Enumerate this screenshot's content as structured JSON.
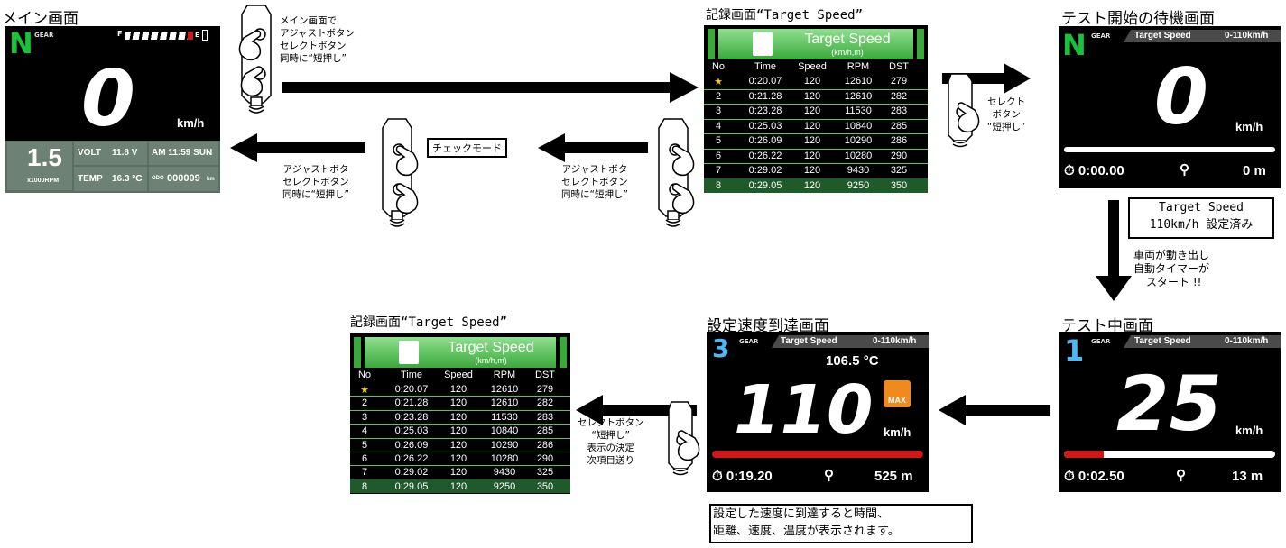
{
  "titles": {
    "main": "メイン画面",
    "record_top": "記録画面“Target Speed”",
    "standby": "テスト開始の待機画面",
    "record_bottom": "記録画面“Target Speed”",
    "reached": "設定速度到達画面",
    "testing": "テスト中画面"
  },
  "captions": {
    "to_record": [
      "メイン画面で",
      "アジャストボタン",
      "セレクトボタン",
      "同時に“短押し”"
    ],
    "record_to_check": [
      "アジャストボタ",
      "セレクトボタン",
      "同時に“短押し”"
    ],
    "check_to_main": [
      "アジャストボタ",
      "セレクトボタン",
      "同時に“短押し”"
    ],
    "check_mode": "チェックモード",
    "select_short": [
      "セレクト",
      "ボタン",
      "“短押し”"
    ],
    "target_set": [
      "Target Speed",
      "110km/h 設定済み"
    ],
    "start": [
      "車両が動き出し",
      "自動タイマーが",
      "スタート !!"
    ],
    "decide": [
      "セレクトボタン",
      "“短押し”",
      "表示の決定",
      "次項目送り"
    ],
    "note": [
      "設定した速度に到達すると時間、",
      "距離、速度、温度が表示されます。"
    ]
  },
  "main_screen": {
    "gear": "N",
    "gear_label": "GEAR",
    "fuel_f": "F",
    "fuel_e": "E",
    "speed": "0",
    "unit": "km/h",
    "rpm": "1.5",
    "rpm_unit": "x1000RPM",
    "volt_label": "VOLT",
    "volt": "11.8 V",
    "clock": "AM 11:59 SUN",
    "temp_label": "TEMP",
    "temp": "16.3 °C",
    "odo_label": "ODO",
    "odo": "000009",
    "odo_unit": "km"
  },
  "record": {
    "title": "Target Speed",
    "subtitle": "(km/h,m)",
    "columns": [
      "No",
      "Time",
      "Speed",
      "RPM",
      "DST"
    ],
    "rows": [
      [
        "★",
        "0:20.07",
        "120",
        "12610",
        "279"
      ],
      [
        "2",
        "0:21.28",
        "120",
        "12610",
        "282"
      ],
      [
        "3",
        "0:23.28",
        "120",
        "11530",
        "283"
      ],
      [
        "4",
        "0:25.03",
        "120",
        "10840",
        "285"
      ],
      [
        "5",
        "0:26.09",
        "120",
        "10290",
        "286"
      ],
      [
        "6",
        "0:26.22",
        "120",
        "10280",
        "290"
      ],
      [
        "7",
        "0:29.02",
        "120",
        "9430",
        "325"
      ],
      [
        "8",
        "0:29.05",
        "120",
        "9250",
        "350"
      ]
    ]
  },
  "standby": {
    "gear": "N",
    "gear_label": "GEAR",
    "mode": "Target Speed",
    "range": "0-110km/h",
    "speed": "0",
    "unit": "km/h",
    "time": "0:00.00",
    "dist": "0 m"
  },
  "testing": {
    "gear": "1",
    "gear_label": "GEAR",
    "mode": "Target Speed",
    "range": "0-110km/h",
    "speed": "25",
    "unit": "km/h",
    "time": "0:02.50",
    "dist": "13 m",
    "progress": 0.19
  },
  "reached": {
    "gear": "3",
    "gear_label": "GEAR",
    "mode": "Target Speed",
    "range": "0-110km/h",
    "temp": "106.5 °C",
    "speed": "110",
    "unit": "km/h",
    "time": "0:19.20",
    "dist": "525 m",
    "badge": "MAX",
    "progress": 1.0
  },
  "colors": {
    "accent_green": "#19c23a",
    "blue_gear": "#4fb8f0",
    "progress_red": "#d01818",
    "badge": "#f08a1c"
  }
}
